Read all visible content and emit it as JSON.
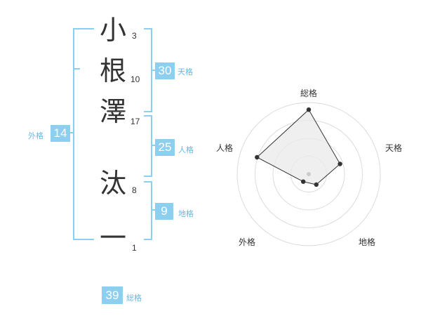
{
  "name": {
    "characters": [
      {
        "char": "小",
        "strokes": "3"
      },
      {
        "char": "根",
        "strokes": "10"
      },
      {
        "char": "澤",
        "strokes": "17"
      },
      {
        "char": "汰",
        "strokes": "8"
      },
      {
        "char": "一",
        "strokes": "1"
      }
    ]
  },
  "scores": {
    "tenkaku": {
      "value": "30",
      "label": "天格"
    },
    "jinkaku": {
      "value": "25",
      "label": "人格"
    },
    "chikaku": {
      "value": "9",
      "label": "地格"
    },
    "gaikaku": {
      "value": "14",
      "label": "外格"
    },
    "soukaku": {
      "value": "39",
      "label": "総格"
    }
  },
  "radar": {
    "axes": [
      "総格",
      "天格",
      "地格",
      "外格",
      "人格"
    ],
    "values": [
      0.9,
      0.46,
      0.18,
      0.13,
      0.76
    ],
    "rings": 4
  },
  "colors": {
    "accent": "#8ccfee",
    "label": "#6ab8e0",
    "text": "#333333"
  }
}
